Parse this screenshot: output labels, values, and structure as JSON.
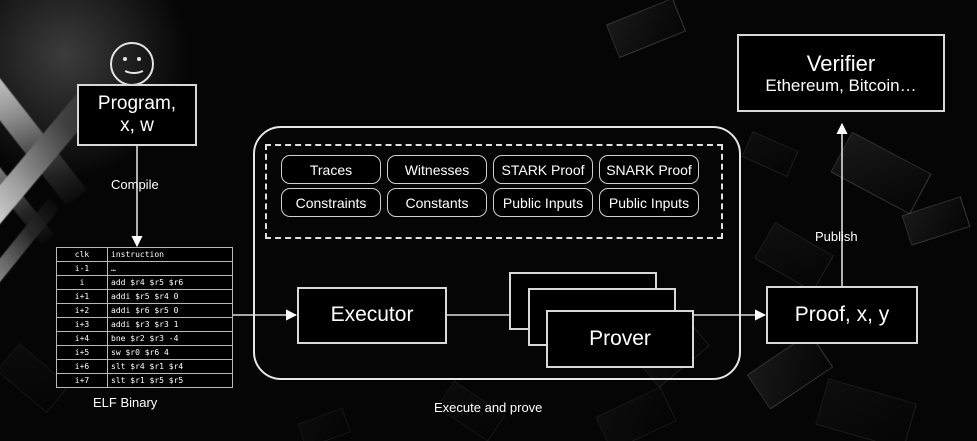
{
  "diagram": {
    "title_nodes": {
      "program": {
        "title": "Program,",
        "sub": "x, w"
      },
      "verifier": {
        "title": "Verifier",
        "sub": "Ethereum, Bitcoin…"
      },
      "executor": {
        "label": "Executor"
      },
      "prover": {
        "label": "Prover"
      },
      "proof": {
        "label": "Proof, x, y"
      }
    },
    "captions": {
      "compile": "Compile",
      "elf_binary": "ELF Binary",
      "execute_and_prove": "Execute and prove",
      "publish": "Publish"
    },
    "artifact_pills": [
      {
        "label": "Traces"
      },
      {
        "label": "Witnesses"
      },
      {
        "label": "STARK Proof"
      },
      {
        "label": "SNARK Proof"
      },
      {
        "label": "Constraints"
      },
      {
        "label": "Constants"
      },
      {
        "label": "Public Inputs"
      },
      {
        "label": "Public Inputs"
      }
    ],
    "elf_table": {
      "headers": [
        "clk",
        "instruction"
      ],
      "rows": [
        [
          "i-1",
          "…"
        ],
        [
          "i",
          "add $r4 $r5 $r6"
        ],
        [
          "i+1",
          "addi $r5 $r4 0"
        ],
        [
          "i+2",
          "addi $r6 $r5 0"
        ],
        [
          "i+3",
          "addi $r3 $r3 1"
        ],
        [
          "i+4",
          "bne $r2 $r3 -4"
        ],
        [
          "i+5",
          "sw $r0 $r6 4"
        ],
        [
          "i+6",
          "slt $r4 $r1 $r4"
        ],
        [
          "i+7",
          "slt $r1 $r5 $r5"
        ]
      ]
    },
    "icons": {
      "user_smiley": "smiley-face-icon"
    },
    "colors": {
      "background": "#050505",
      "stroke": "#d8d8d8",
      "text": "#ffffff"
    }
  }
}
